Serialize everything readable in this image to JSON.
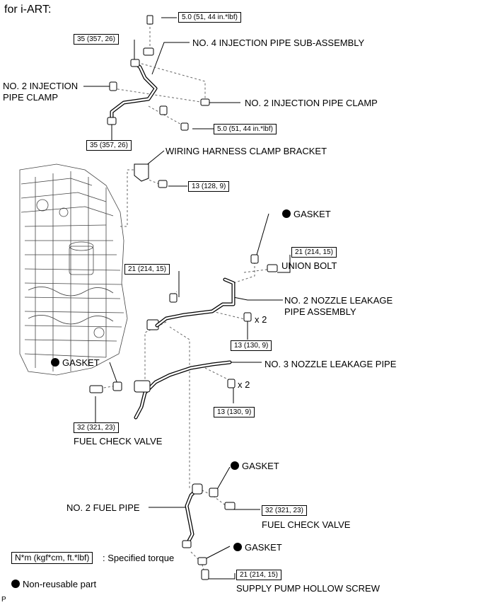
{
  "header": {
    "title": "for i-ART:"
  },
  "labels": {
    "no4_injection_pipe": "NO. 4 INJECTION PIPE SUB-ASSEMBLY",
    "no2_injection_pipe_clamp_left_line1": "NO. 2 INJECTION",
    "no2_injection_pipe_clamp_left_line2": "PIPE CLAMP",
    "no2_injection_pipe_clamp_right": "NO. 2 INJECTION PIPE CLAMP",
    "wiring_harness_clamp_bracket": "WIRING HARNESS CLAMP BRACKET",
    "gasket_top": "GASKET",
    "union_bolt": "UNION BOLT",
    "no2_nozzle_leakage_line1": "NO. 2 NOZZLE LEAKAGE",
    "no2_nozzle_leakage_line2": "PIPE ASSEMBLY",
    "x2_upper": "x 2",
    "gasket_left": "GASKET",
    "no3_nozzle_leakage_pipe": "NO. 3 NOZZLE LEAKAGE PIPE",
    "x2_lower": "x 2",
    "fuel_check_valve_left": "FUEL CHECK VALVE",
    "gasket_lower_1": "GASKET",
    "no2_fuel_pipe": "NO. 2 FUEL PIPE",
    "fuel_check_valve_right": "FUEL CHECK VALVE",
    "gasket_lower_2": "GASKET",
    "supply_pump_hollow_screw": "SUPPLY PUMP HOLLOW SCREW"
  },
  "torques": {
    "t1": "5.0 (51, 44 in.*lbf)",
    "t2": "35 (357, 26)",
    "t3": "35 (357, 26)",
    "t4": "5.0 (51, 44 in.*lbf)",
    "t5": "13 (128, 9)",
    "t6": "21 (214, 15)",
    "t7": "21 (214, 15)",
    "t8": "13 (130, 9)",
    "t9": "13 (130, 9)",
    "t10": "32 (321, 23)",
    "t11": "32 (321, 23)",
    "t12": "21 (214, 15)"
  },
  "legend": {
    "torque_box": "N*m (kgf*cm, ft.*lbf)",
    "torque_text": ": Specified torque",
    "non_reusable": "Non-reusable part"
  },
  "footer": {
    "code": "P"
  }
}
